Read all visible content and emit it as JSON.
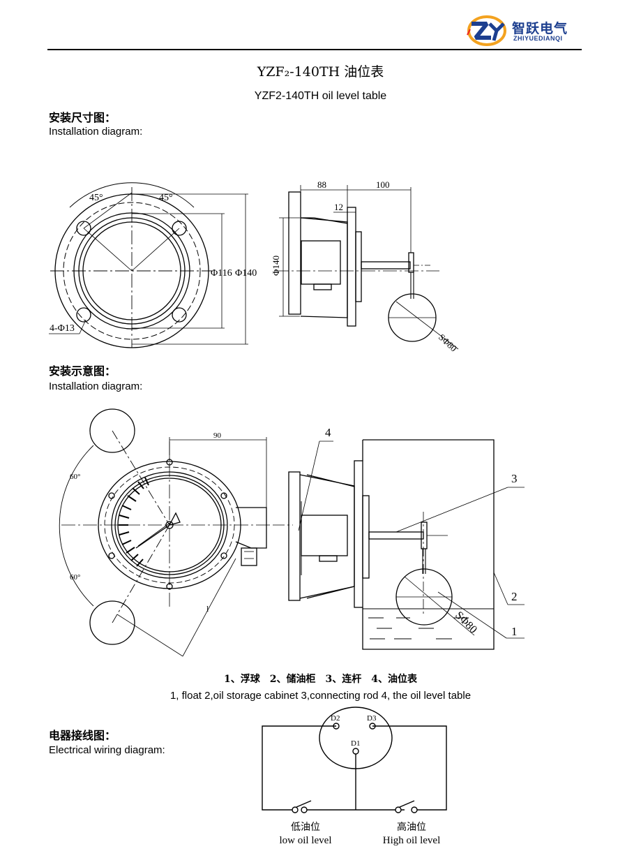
{
  "header": {
    "logo_cn": "智跃电气",
    "logo_en": "ZHIYUEDIANQI"
  },
  "document": {
    "title": "YZF₂-140TH 油位表",
    "subtitle": "YZF2-140TH oil level table"
  },
  "section1": {
    "heading_cn": "安装尺寸图：",
    "heading_en": "Installation diagram:",
    "labels": {
      "angle_left": "45°",
      "angle_right": "45°",
      "holes": "4-Φ13",
      "d116": "Φ116",
      "d140": "Φ140",
      "side_d140": "Φ140",
      "dim88": "88",
      "dim100": "100",
      "dim12": "12",
      "float_dia": "SΦ80"
    }
  },
  "section2": {
    "heading_cn": "安装示意图：",
    "heading_en": "Installation diagram:",
    "labels": {
      "dim90": "90",
      "angle_top": "60°",
      "angle_bottom": "60°",
      "radius": "l",
      "n1": "1",
      "n2": "2",
      "n3": "3",
      "n4": "4",
      "float_dia": "SΦ80"
    },
    "caption_cn": "1、浮球　2、储油柜　3、连杆　4、油位表",
    "caption_en": "1, float 2,oil storage cabinet 3,connecting rod 4, the oil level table"
  },
  "section3": {
    "heading_cn": "电器接线图：",
    "heading_en": "Electrical wiring diagram:",
    "labels": {
      "d1": "D1",
      "d2": "D2",
      "d3": "D3",
      "low_cn": "低油位",
      "low_en": "low oil level",
      "high_cn": "高油位",
      "high_en": "High oil level"
    }
  }
}
